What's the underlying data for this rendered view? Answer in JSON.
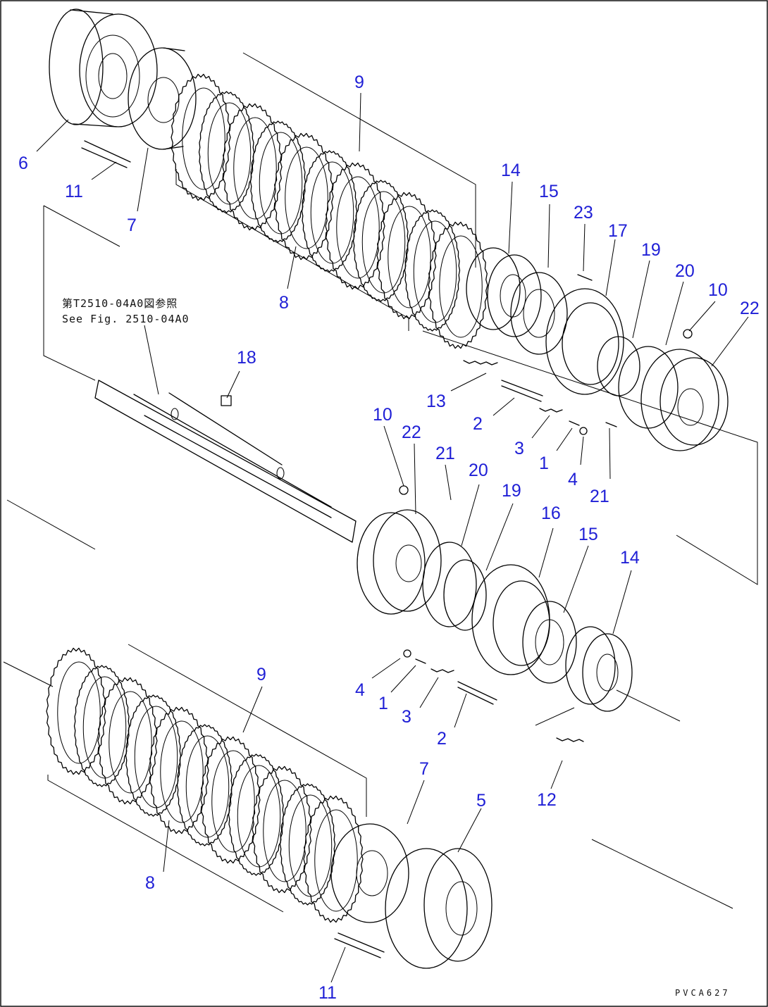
{
  "diagram": {
    "reference_note": {
      "line1": "第T2510-04A0図参照",
      "line2": "See Fig. 2510-04A0"
    },
    "drawing_code": "PVCA627",
    "callouts": {
      "c6": "6",
      "c11_top": "11",
      "c7_top": "7",
      "c9_top": "9",
      "c8_top": "8",
      "c14_top": "14",
      "c15_top": "15",
      "c23": "23",
      "c17": "17",
      "c19_top": "19",
      "c20_top": "20",
      "c10_top": "10",
      "c22_top": "22",
      "c13": "13",
      "c2_top": "2",
      "c3_top": "3",
      "c1_top": "1",
      "c4_top": "4",
      "c21_right": "21",
      "c18": "18",
      "c10_mid": "10",
      "c22_mid": "22",
      "c21_mid": "21",
      "c20_mid": "20",
      "c19_mid": "19",
      "c16": "16",
      "c15_mid": "15",
      "c14_mid": "14",
      "c4_bot": "4",
      "c1_bot": "1",
      "c3_bot": "3",
      "c2_bot": "2",
      "c9_bot": "9",
      "c12": "12",
      "c7_bot": "7",
      "c5": "5",
      "c8_bot": "8",
      "c11_bot": "11"
    }
  }
}
